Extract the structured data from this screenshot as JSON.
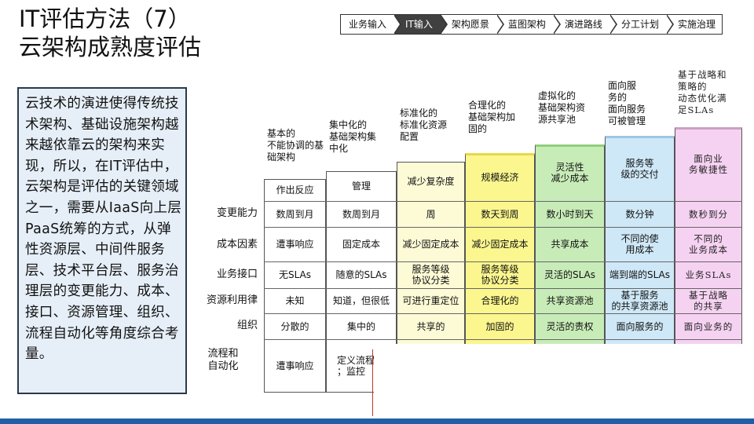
{
  "title": {
    "line1": "IT评估方法（7）",
    "line2": "云架构成熟度评估"
  },
  "breadcrumb": [
    "业务输入",
    "IT输入",
    "架构愿景",
    "蓝图架构",
    "演进路线",
    "分工计划",
    "实施治理"
  ],
  "active_crumb": "IT输入",
  "description": "云技术的演进使得传统技术架构、基础设施架构越来越依靠云的架构来实现，所以，在IT评估中，云架构是评估的关键领域之一，需要从IaaS向上层PaaS统筹的方式，从弹性资源层、中间件服务层、技术平台层、服务治理层的变更能力、成本、接口、资源管理、组织、流程自动化等角度综合考量。",
  "row_labels": [
    "变更能力",
    "成本因素",
    "业务接口",
    "资源利用律",
    "组织",
    "流程和\n自动化"
  ],
  "colors": {
    "c1": "#ffffff",
    "c2": "#ffffff",
    "c3": "#fdfbd6",
    "c4": "#fbf68e",
    "c5": "#c8ecb8",
    "c6": "#cfe8f7",
    "c7": "#f6d2f2",
    "bottom_bar": "#1f5fa8",
    "active_crumb": "#404040"
  },
  "levels": [
    {
      "header": "基本的\n不能协调的基\n础架构",
      "feature": "作出反应",
      "cells": [
        "数周到月",
        "遭事响应",
        "无SLAs",
        "未知",
        "分散的",
        "遭事响应"
      ]
    },
    {
      "header": "集中化的\n基础架构集\n中化",
      "feature": "管理",
      "cells": [
        "数周到月",
        "固定成本",
        "随意的SLAs",
        "知道，但很低",
        "集中的",
        "定义流程\n；监控"
      ]
    },
    {
      "header": "标准化的\n标准化资源\n配置",
      "feature": "减少复杂度",
      "cells": [
        "周",
        "减少固定成本",
        "服务等级\n协议分类",
        "可进行重定位",
        "共享的",
        ""
      ]
    },
    {
      "header": "合理化的\n基础架构加\n固的",
      "feature": "规模经济",
      "cells": [
        "数天到周",
        "减少固定成本",
        "服务等级\n协议分类",
        "合理化的",
        "加固的",
        ""
      ]
    },
    {
      "header": "虚拟化的\n基础架构资\n源共享池",
      "feature": "灵活性\n减少成本",
      "cells": [
        "数小时到天",
        "共享成本",
        "灵活的SLAs",
        "共享资源池",
        "灵活的责权",
        ""
      ]
    },
    {
      "header": "面向服\n务的\n面向服务\n可被管理",
      "feature": "服务等\n级的交付",
      "cells": [
        "数分钟",
        "不同的使\n用成本",
        "端到端的SLAs",
        "基于服务\n的共享资源池",
        "面向服务的",
        ""
      ]
    },
    {
      "header": "基于战略和\n策略的\n动态优化满\n足SLAs",
      "feature": "面向业\n务敏捷性",
      "cells": [
        "数秒到分",
        "不同的\n业务成本",
        "业务SLAs",
        "基于战略\n的共享",
        "面向业务的",
        ""
      ]
    }
  ]
}
